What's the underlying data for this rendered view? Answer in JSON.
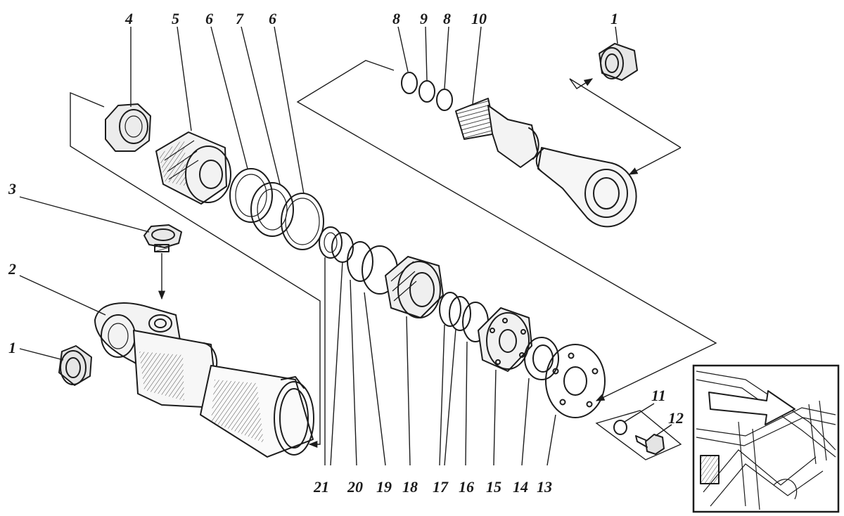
{
  "callouts": {
    "c4": "4",
    "c5": "5",
    "c6a": "6",
    "c7": "7",
    "c6b": "6",
    "c8a": "8",
    "c9": "9",
    "c8b": "8",
    "c10": "10",
    "c1a": "1",
    "c3": "3",
    "c2": "2",
    "c1b": "1",
    "c11": "11",
    "c12": "12",
    "c21": "21",
    "c20": "20",
    "c19": "19",
    "c18": "18",
    "c17": "17",
    "c16": "16",
    "c15": "15",
    "c14": "14",
    "c13": "13"
  },
  "colors": {
    "ink": "#1c1c1c",
    "paper": "#ffffff",
    "shade": "#d9d9d9"
  }
}
